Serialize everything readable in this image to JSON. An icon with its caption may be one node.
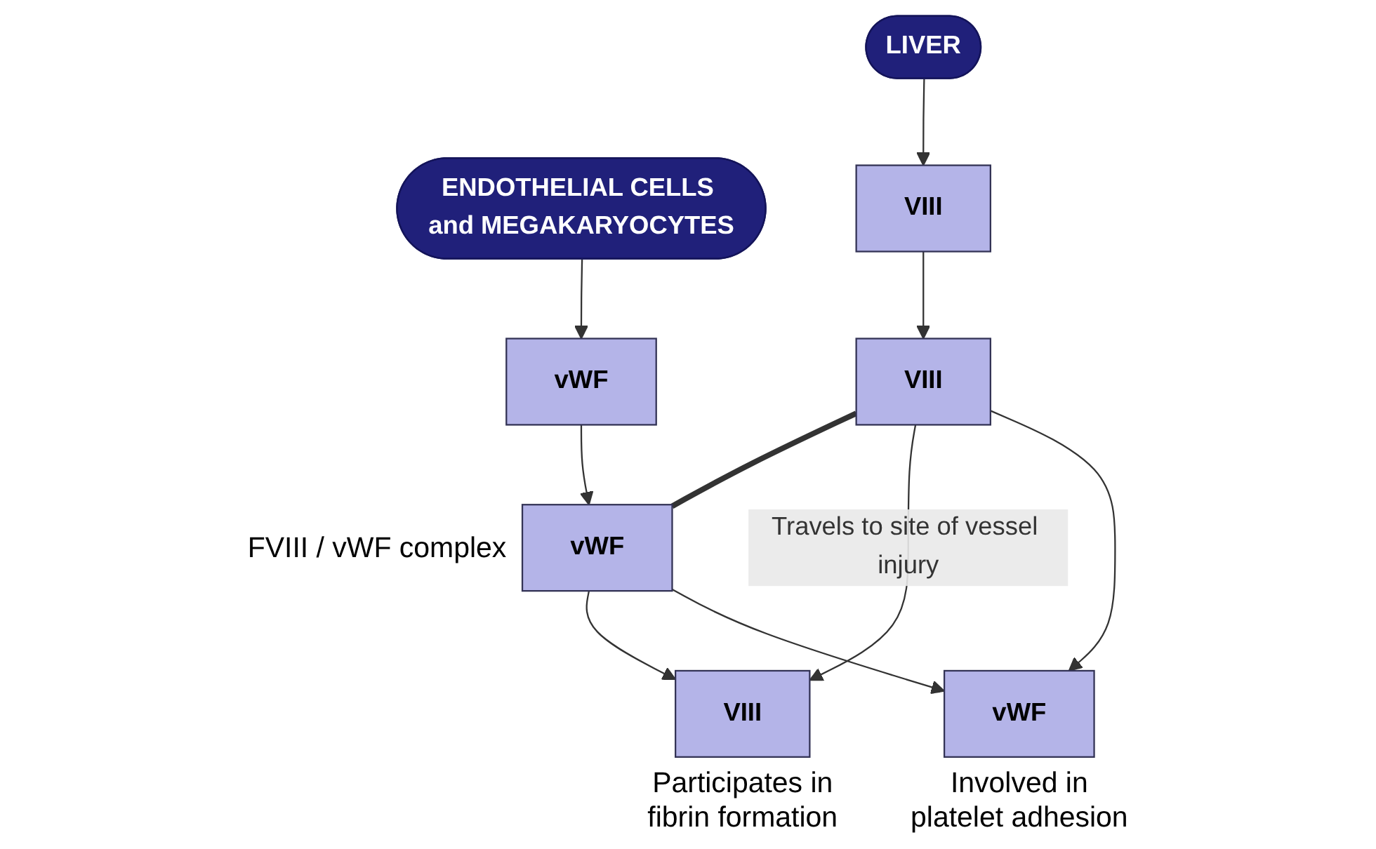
{
  "diagram": {
    "nodes": [
      {
        "text": [
          "LIVER"
        ]
      },
      {
        "text": [
          "ENDOTHELIAL CELLS and MEGAKARYOCYTES"
        ]
      },
      {
        "text": [
          "VIII"
        ]
      },
      {
        "text": [
          "vWF"
        ]
      },
      {
        "text": [
          "VIII"
        ]
      },
      {
        "text": [
          "vWF"
        ],
        "beside": [
          "FVIII / vWF complex"
        ]
      },
      {
        "text": [
          "VIII"
        ],
        "beside": [
          "Participates in fibrin formation"
        ]
      },
      {
        "text": [
          "vWF"
        ],
        "beside": [
          "Involved in platelet adhesion"
        ]
      }
    ],
    "edges": [
      {
        "from": 0,
        "to": 2,
        "arrow": "to"
      },
      {
        "from": 1,
        "to": 3,
        "arrow": "to"
      },
      {
        "from": 2,
        "to": 4,
        "arrow": "to"
      },
      {
        "from": 3,
        "to": 5,
        "arrow": "to"
      },
      {
        "from": 4,
        "to": 5,
        "arrow": "none",
        "style": "thick"
      },
      {
        "from": 4,
        "to": 6,
        "arrow": "to",
        "label": "Travels to site of vessel injury"
      },
      {
        "from": 4,
        "to": 7,
        "arrow": "to"
      },
      {
        "from": 5,
        "to": 6,
        "arrow": "to"
      },
      {
        "from": 5,
        "to": 7,
        "arrow": "to"
      }
    ]
  }
}
